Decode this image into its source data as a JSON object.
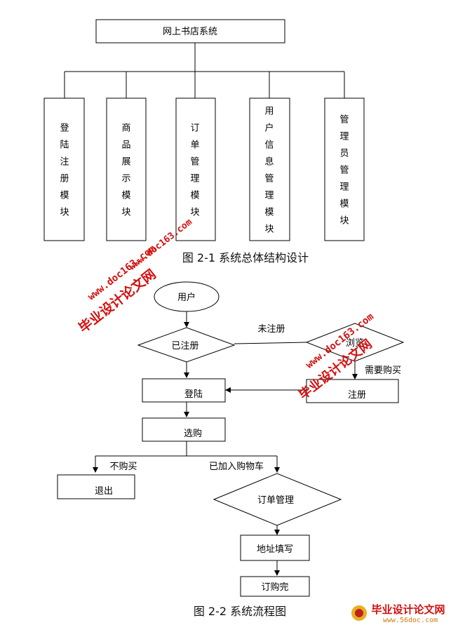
{
  "figure1": {
    "root": "网上书店系统",
    "modules": [
      "登陆注册模块",
      "商品展示模块",
      "订单管理模块",
      "用户信息管理模块",
      "管理员管理模块"
    ],
    "caption": "图 2-1 系统总体结构设计"
  },
  "figure2": {
    "start": "用户",
    "registered": "已注册",
    "not_registered_label": "未注册",
    "browse": "浏览",
    "need_buy_label": "需要购买",
    "login": "登陆",
    "register": "注册",
    "shop": "选购",
    "no_buy_label": "不购买",
    "added_cart_label": "已加入购物车",
    "exit": "退出",
    "order_manage": "订单管理",
    "address": "地址填写",
    "done": "订购完",
    "caption": "图 2-2  系统流程图"
  },
  "watermarks": {
    "brand": "毕业设计论文网",
    "url1": "www.doc163.com",
    "url2": "www.56doc.com"
  }
}
